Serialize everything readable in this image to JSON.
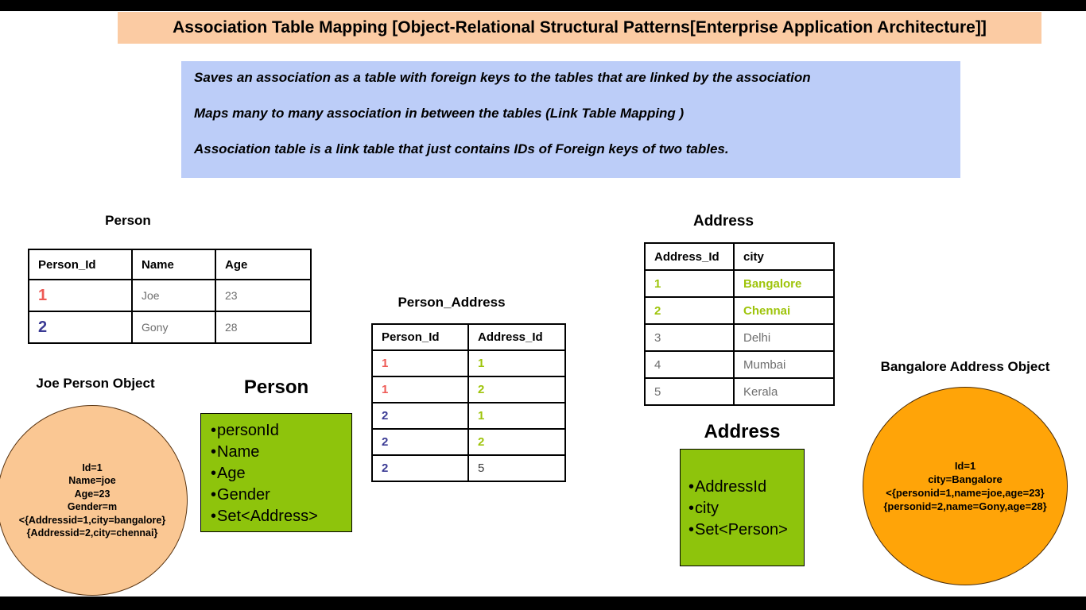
{
  "title_banner": {
    "text": "Association Table Mapping [Object-Relational Structural Patterns[Enterprise Application Architecture]]"
  },
  "notes_panel": {
    "lines": [
      "Saves an association as a table with foreign keys to the tables that are linked by the association",
      "Maps many to many association in between the tables (Link Table Mapping )",
      "Association table is a link table that just contains IDs of Foreign keys of two  tables."
    ]
  },
  "person_table": {
    "title": "Person",
    "headers": [
      "Person_Id",
      "Name",
      "Age"
    ],
    "rows": [
      [
        "1",
        "Joe",
        "23"
      ],
      [
        "2",
        "Gony",
        "28"
      ]
    ]
  },
  "person_address_table": {
    "title": "Person_Address",
    "headers": [
      "Person_Id",
      "Address_Id"
    ],
    "rows": [
      [
        "1",
        "1"
      ],
      [
        "1",
        "2"
      ],
      [
        "2",
        "1"
      ],
      [
        "2",
        "2"
      ],
      [
        "2",
        "5"
      ]
    ]
  },
  "address_table": {
    "title": "Address",
    "headers": [
      "Address_Id",
      "city"
    ],
    "rows": [
      [
        "1",
        "Bangalore"
      ],
      [
        "2",
        "Chennai"
      ],
      [
        "3",
        "Delhi"
      ],
      [
        "4",
        "Mumbai"
      ],
      [
        "5",
        "Kerala"
      ]
    ]
  },
  "joe_object": {
    "title": "Joe Person Object",
    "lines": [
      "Id=1",
      "Name=joe",
      "Age=23",
      "Gender=m",
      "<{Addressid=1,city=bangalore}",
      "{Addressid=2,city=chennai}"
    ]
  },
  "person_class": {
    "title": "Person",
    "attributes": [
      "personId",
      "Name",
      "Age",
      "Gender",
      "Set<Address>"
    ]
  },
  "address_class": {
    "title": "Address",
    "attributes": [
      "AddressId",
      "city",
      "Set<Person>"
    ]
  },
  "bangalore_object": {
    "title": "Bangalore Address Object",
    "lines": [
      "Id=1",
      "city=Bangalore",
      "<{personid=1,name=joe,age=23}",
      "{personid=2,name=Gony,age=28}"
    ]
  },
  "colors": {
    "banner_bg": "#fbcba3",
    "notes_bg": "#bccdf8",
    "class_box_bg": "#8ec40c",
    "joe_circle_bg": "#fac793",
    "bangalore_circle_bg": "#ffa408",
    "id1_red": "#ee5a55",
    "id2_navy": "#3a3a94",
    "highlight_green": "#9ec40a",
    "muted_gray": "#6e6e6e"
  }
}
